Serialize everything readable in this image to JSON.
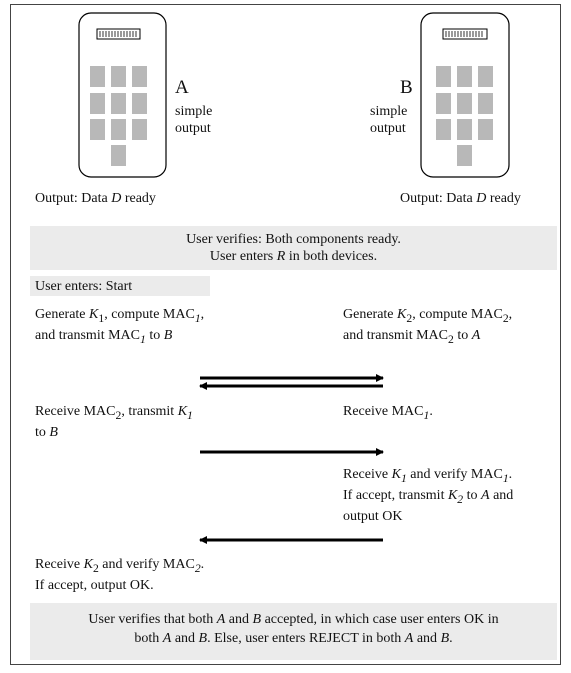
{
  "device_a": {
    "letter": "A",
    "caption_line1": "simple",
    "caption_line2": "output",
    "status_prefix": "Output: Data ",
    "status_var": "D",
    "status_suffix": " ready"
  },
  "device_b": {
    "letter": "B",
    "caption_line1": "simple",
    "caption_line2": "output",
    "status_prefix": "Output: Data ",
    "status_var": "D",
    "status_suffix": " ready"
  },
  "verify_banner": {
    "line1": "User verifies: Both components ready.",
    "line2_a": "User enters ",
    "line2_var": "R",
    "line2_b": " in both devices."
  },
  "start_bar": {
    "text": "User enters: Start"
  },
  "step_a1": {
    "t1": "Generate ",
    "k": "K",
    "ksub": "1",
    "t2": ", compute MAC",
    "msub": "1",
    "t3": ",",
    "t4": "and transmit MAC",
    "msub2": "1",
    "t5": " to ",
    "to": "B"
  },
  "step_b1": {
    "t1": "Generate ",
    "k": "K",
    "ksub": "2",
    "t2": ", compute MAC",
    "msub": "2",
    "t3": ",",
    "t4": "and transmit MAC",
    "msub2": "2",
    "t5": " to ",
    "to": "A"
  },
  "step_a2": {
    "t1": "Receive MAC",
    "msub": "2",
    "t2": ", transmit ",
    "k": "K",
    "ksub": "1",
    "t3": "to ",
    "to": "B"
  },
  "step_b2": {
    "t1": "Receive MAC",
    "msub": "1",
    "t2": "."
  },
  "step_b3": {
    "t1": "Receive ",
    "k": "K",
    "ksub": "1",
    "t2": " and verify MAC",
    "msub": "1",
    "t3": ".",
    "t4": "If accept, transmit ",
    "k2": "K",
    "k2sub": "2",
    "t5": " to ",
    "to": "A",
    "t6": " and",
    "t7": "output OK"
  },
  "step_a3": {
    "t1": "Receive ",
    "k": "K",
    "ksub": "2",
    "t2": " and verify MAC",
    "msub": "2",
    "t3": ".",
    "t4": "If accept, output OK."
  },
  "final_banner": {
    "p1": "User verifies that both ",
    "a": "A",
    "p2": " and ",
    "b": "B",
    "p3": " accepted, in which case user enters OK in",
    "p4": "both ",
    "a2": "A",
    "p5": " and ",
    "b2": "B",
    "p6": ".  Else, user enters REJECT in both ",
    "a3": "A",
    "p7": " and ",
    "b3": "B",
    "p8": "."
  },
  "colors": {
    "key_gray": "#b8b8b8",
    "banner_bg": "#ebebeb"
  }
}
